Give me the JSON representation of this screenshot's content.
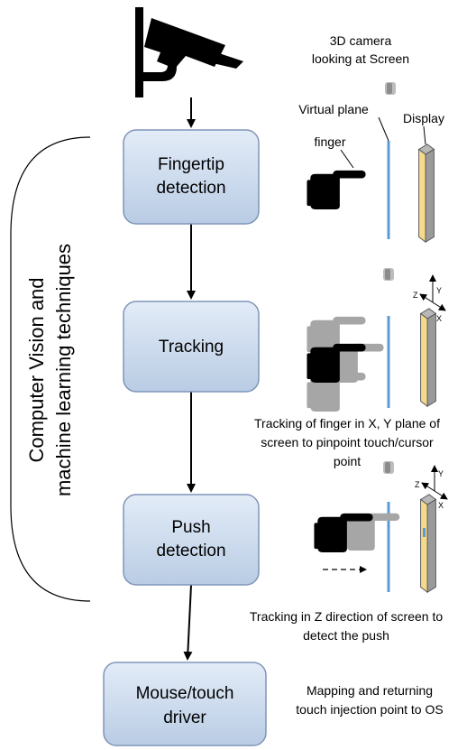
{
  "pipeline": {
    "steps": [
      {
        "lines": [
          "Fingertip",
          "detection"
        ]
      },
      {
        "lines": [
          "Tracking"
        ]
      },
      {
        "lines": [
          "Push",
          "detection"
        ]
      },
      {
        "lines": [
          "Mouse/touch",
          "driver"
        ]
      }
    ]
  },
  "side_label": {
    "lines": [
      "Computer Vision and",
      "machine learning techniques"
    ]
  },
  "stage1": {
    "camera_note": [
      "3D camera",
      "looking at Screen"
    ],
    "virtual_plane": "Virtual plane",
    "display": "Display",
    "finger": "finger"
  },
  "stage2": {
    "caption": [
      "Tracking of finger in X, Y plane of",
      "screen to pinpoint touch/cursor",
      "point"
    ],
    "axes": {
      "y": "Y",
      "z": "Z",
      "x": "X"
    }
  },
  "stage3": {
    "caption": [
      "Tracking in Z direction of screen to",
      "detect the push"
    ],
    "axes": {
      "y": "Y",
      "z": "Z",
      "x": "X"
    }
  },
  "stage4": {
    "caption": [
      "Mapping and returning",
      "touch injection point to OS"
    ]
  },
  "colors": {
    "box_fill_top": "#e3ecf8",
    "box_fill_bottom": "#b9cce4",
    "box_stroke": "#7f95b8",
    "virtual_plane": "#5b9bd5",
    "display_face": "#f6d98a",
    "display_edge": "#9a9a9a",
    "hand_dark": "#000000",
    "hand_ghost": "#a6a6a6"
  }
}
